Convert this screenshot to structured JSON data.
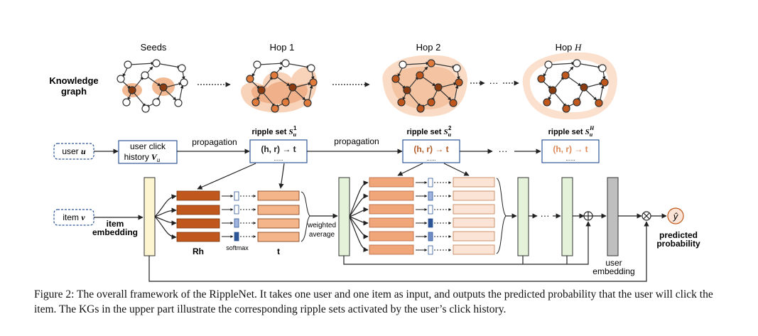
{
  "kg": {
    "row_label_1": "Knowledge",
    "row_label_2": "graph",
    "seeds": "Seeds",
    "hop1": "Hop 1",
    "hop2": "Hop 2",
    "hopH_prefix": "Hop ",
    "hopH_var": "H"
  },
  "flow": {
    "user": "user",
    "user_var": "u",
    "click_line1": "user click",
    "click_line2": "history",
    "click_var": "V",
    "click_sub": "u",
    "propagation": "propagation",
    "ripple_prefix": "ripple set",
    "ripple_letter": "S",
    "ripple_sub": "u",
    "ripple_sup1": "1",
    "ripple_sup2": "2",
    "ripple_supH": "H",
    "tuple": "(h, r) → t",
    "ellipsis": "......",
    "dots": "···"
  },
  "model": {
    "item": "item",
    "item_var": "v",
    "item_emb_1": "item",
    "item_emb_2": "embedding",
    "weighted_1": "weighted",
    "weighted_2": "average",
    "rh": "Rh",
    "softmax": "softmax",
    "t": "t",
    "user_emb_1": "user",
    "user_emb_2": "embedding",
    "yhat": "ŷ",
    "pred_1": "predicted",
    "pred_2": "probability"
  },
  "colors": {
    "dark_orange": "#c0571c",
    "mid_orange": "#f1b48a",
    "light_orange": "#fbe4d6",
    "item_yellow": "#fdf5d0",
    "green": "#e3f2d9",
    "grey": "#bfbfbf",
    "blue_dark": "#2e5597"
  },
  "caption": "Figure 2: The overall framework of the RippleNet. It takes one user and one item as input, and outputs the predicted probability that the user will click the item. The KGs in the upper part illustrate the corresponding ripple sets activated by the user’s click history."
}
